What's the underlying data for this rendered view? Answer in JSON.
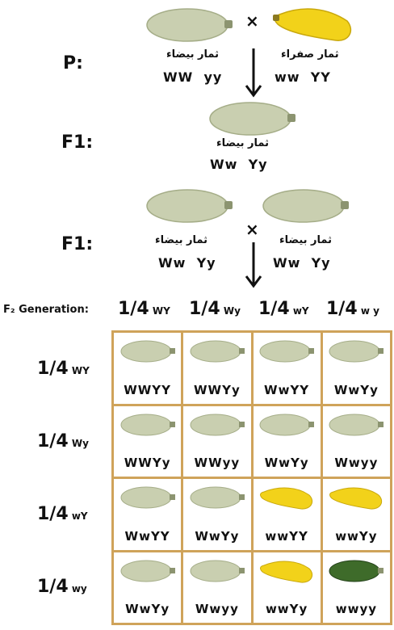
{
  "parents": {
    "label": "P:",
    "left": {
      "phenotype": "ثمار بيضاء",
      "genotype": "WW  yy"
    },
    "right": {
      "phenotype": "ثمار صفراء",
      "genotype": "ww  YY"
    },
    "cross": "×"
  },
  "f1": {
    "label": "F1:",
    "phenotype": "ثمار بيضاء",
    "genotype": "Ww  Yy"
  },
  "f1_cross": {
    "label": "F1:",
    "left": {
      "phenotype": "ثمار بيضاء",
      "genotype": "Ww  Yy"
    },
    "right": {
      "phenotype": "ثمار بيضاء",
      "genotype": "Ww  Yy"
    },
    "cross": "×"
  },
  "f2": {
    "label": "F₂ Generation:",
    "fraction": "1/4",
    "col_gametes": [
      "WY",
      "Wy",
      "wY",
      "w y"
    ],
    "row_gametes": [
      "WY",
      "Wy",
      "wY",
      "wy"
    ],
    "cells": [
      [
        {
          "g": "WWYY",
          "c": "white"
        },
        {
          "g": "WWYy",
          "c": "white"
        },
        {
          "g": "WwYY",
          "c": "white"
        },
        {
          "g": "WwYy",
          "c": "white"
        }
      ],
      [
        {
          "g": "WWYy",
          "c": "white"
        },
        {
          "g": "WWyy",
          "c": "white"
        },
        {
          "g": "WwYy",
          "c": "white"
        },
        {
          "g": "Wwyy",
          "c": "white"
        }
      ],
      [
        {
          "g": "WwYY",
          "c": "white"
        },
        {
          "g": "WwYy",
          "c": "white"
        },
        {
          "g": "wwYY",
          "c": "yellow"
        },
        {
          "g": "wwYy",
          "c": "yellow"
        }
      ],
      [
        {
          "g": "WwYy",
          "c": "white"
        },
        {
          "g": "Wwyy",
          "c": "white"
        },
        {
          "g": "wwYy",
          "c": "yellow"
        },
        {
          "g": "wwyy",
          "c": "green"
        }
      ]
    ]
  },
  "colors": {
    "white": "#c9cfb0",
    "yellow": "#f2d21a",
    "green": "#3e6b2a",
    "grid": "#cfa35a"
  }
}
